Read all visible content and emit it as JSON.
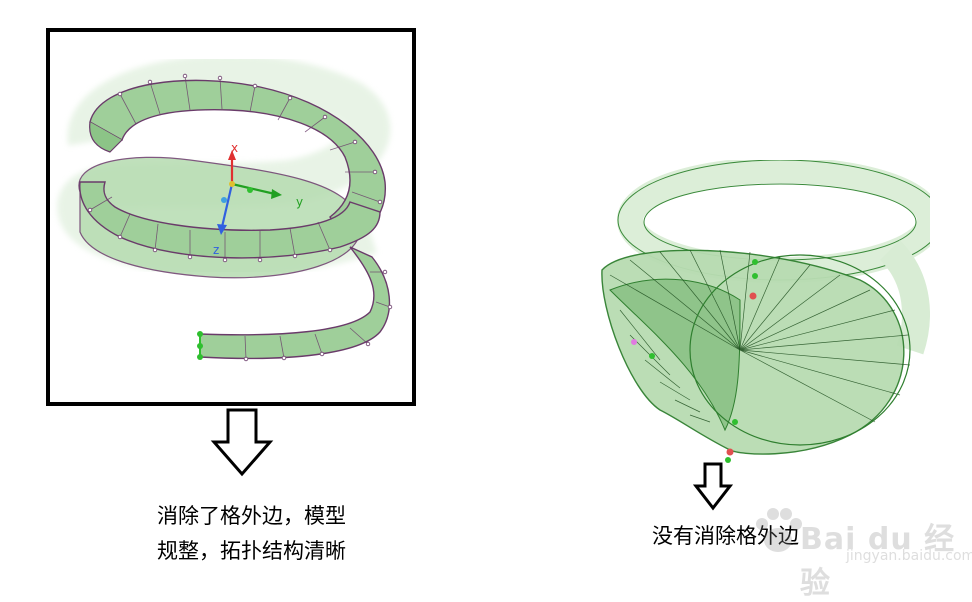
{
  "left_panel": {
    "axis_labels": {
      "x": "x",
      "y": "y",
      "z": "z"
    },
    "caption_lines": [
      "消除了格外边，模型",
      "规整，拓扑结构清晰"
    ]
  },
  "right_panel": {
    "caption": "没有消除格外边"
  },
  "watermark": {
    "text": "Bai du 经验",
    "url": "jingyan.baidu.com"
  },
  "colors": {
    "mesh_fill": "#9fcf9a",
    "mesh_edge": "#6a3b6a",
    "point_green": "#2fbf2f",
    "axis_x": "#e03030",
    "axis_y": "#22a022",
    "axis_z": "#3060e0"
  }
}
